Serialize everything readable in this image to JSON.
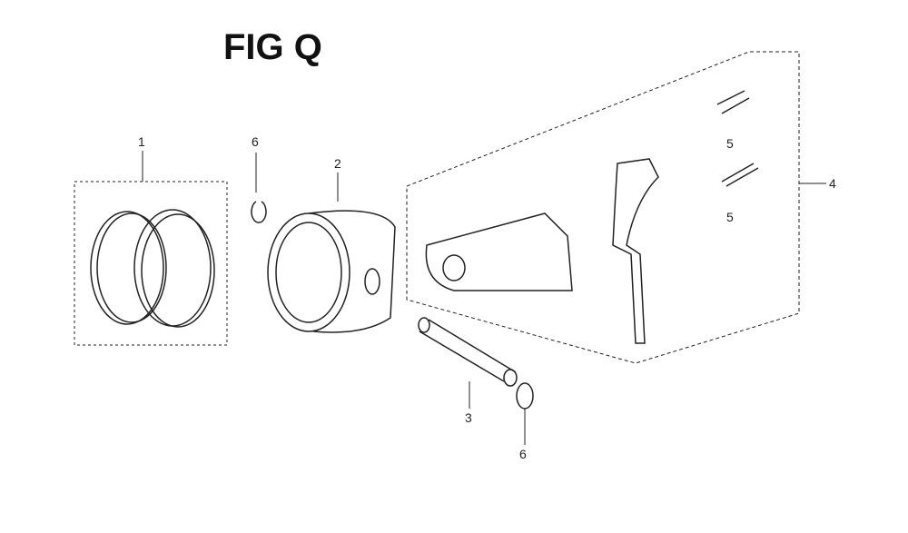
{
  "title": "FIG Q",
  "labels": {
    "l1": "1",
    "l2": "2",
    "l3": "3",
    "l4": "4",
    "l5a": "5",
    "l5b": "5",
    "l6a": "6",
    "l6b": "6"
  }
}
